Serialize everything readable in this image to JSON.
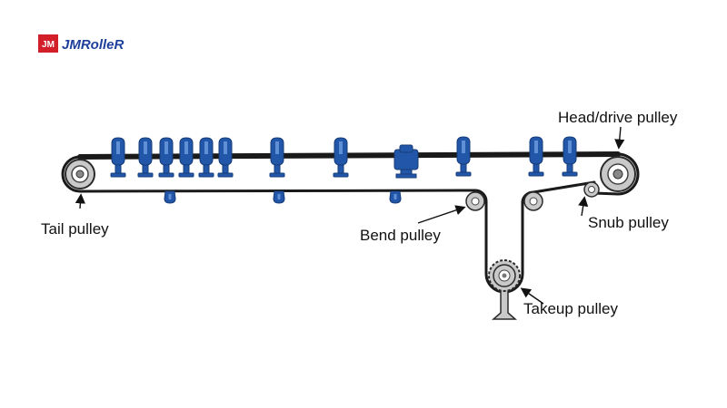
{
  "brand": {
    "logo_text": "JMRolleR",
    "logo_mark": "JM",
    "primary_color": "#1e3f9c",
    "accent_color": "#d21f2a"
  },
  "labels": {
    "head": "Head/drive pulley",
    "tail": "Tail pulley",
    "bend": "Bend pulley",
    "snub": "Snub pulley",
    "takeup": "Takeup pulley"
  },
  "colors": {
    "belt": "#1a1a1a",
    "idler": "#2156a8",
    "pulley_fill": "#c9c9c9",
    "pulley_stroke": "#2b2b2b"
  },
  "icons": {
    "arrow": "arrow-icon",
    "idler": "idler-icon",
    "pulley": "pulley-icon"
  }
}
